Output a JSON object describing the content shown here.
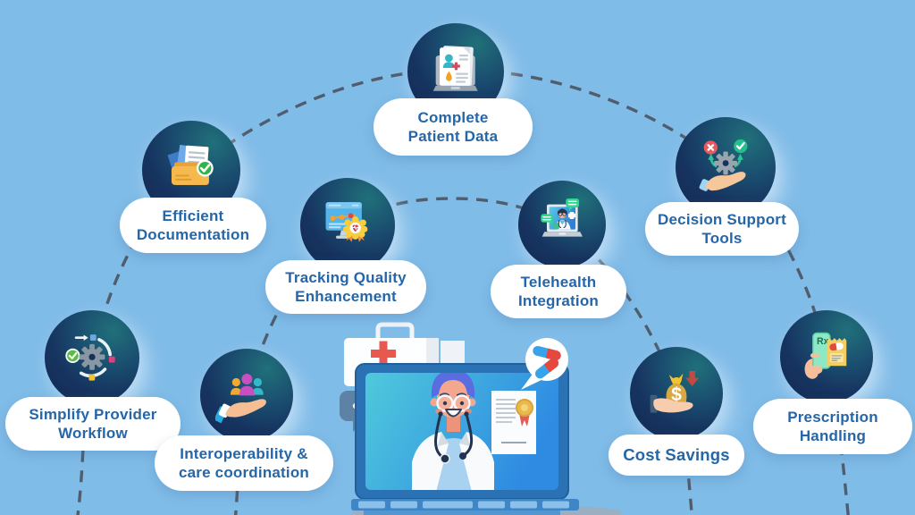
{
  "canvas": {
    "background": "#80BCE8",
    "dash_color": "#474C57",
    "circle_navy": "#16335F",
    "circle_teal": "#20707A",
    "label_text_color": "#2566A8",
    "pill_background": "#FFFFFF"
  },
  "glyphs": {
    "rx": "Rx",
    "dollar": "$"
  },
  "center_illustration": {
    "description_icons": [
      "first-aid-kit-icon",
      "chat-dots-bubble-icon",
      "telehealth-monitor-doctor-icon",
      "certificate-icon",
      "pills-speech-bubble-icon"
    ]
  },
  "nodes": [
    {
      "id": "complete-patient-data",
      "label": "Complete\nPatient Data",
      "icon": "patient-data-laptop-icon"
    },
    {
      "id": "efficient-documentation",
      "label": "Efficient\nDocumentation",
      "icon": "documentation-folder-icon"
    },
    {
      "id": "tracking-quality-enhancement",
      "label": "Tracking Quality\nEnhancement",
      "icon": "quality-badge-monitor-icon"
    },
    {
      "id": "telehealth-integration",
      "label": "Telehealth\nIntegration",
      "icon": "telehealth-laptop-icon"
    },
    {
      "id": "decision-support-tools",
      "label": "Decision Support\nTools",
      "icon": "decision-gear-hand-icon"
    },
    {
      "id": "simplify-provider-workflow",
      "label": "Simplify Provider\nWorkflow",
      "icon": "workflow-cycle-gear-icon"
    },
    {
      "id": "interoperability-care-coordination",
      "label": "Interoperability &\ncare coordination",
      "icon": "people-in-hand-icon"
    },
    {
      "id": "cost-savings",
      "label": "Cost Savings",
      "icon": "money-bag-hand-icon"
    },
    {
      "id": "prescription-handling",
      "label": "Prescription\nHandling",
      "icon": "rx-phone-hand-icon"
    }
  ]
}
